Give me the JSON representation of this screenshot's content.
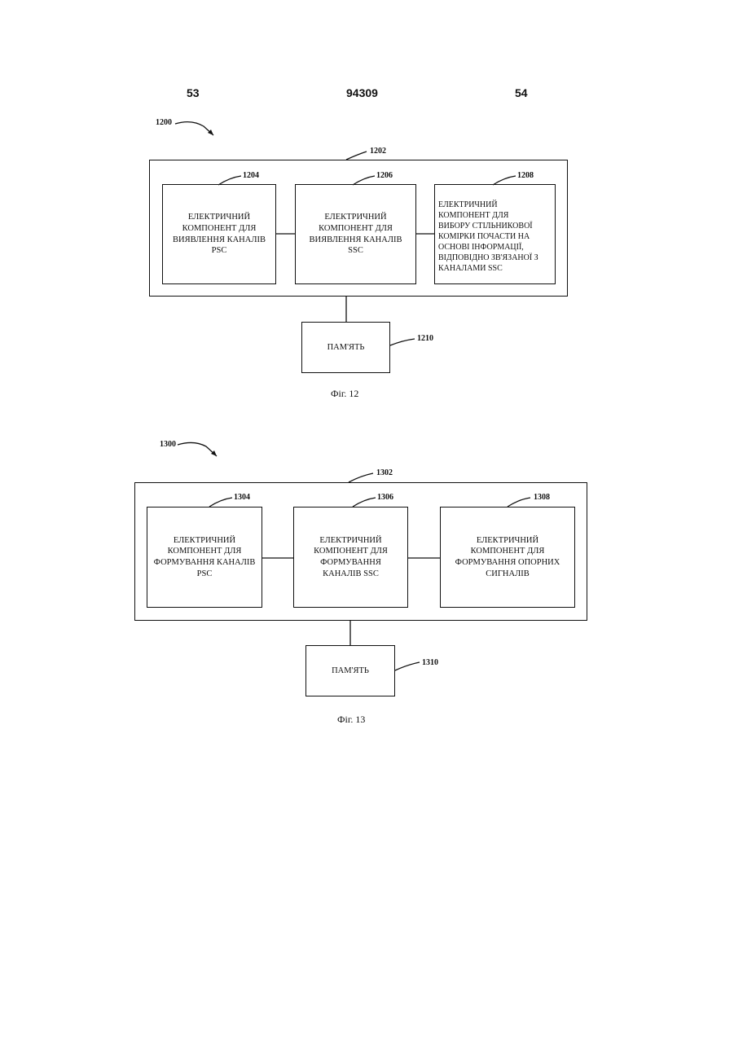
{
  "header": {
    "left_page": "53",
    "patent_number": "94309",
    "right_page": "54"
  },
  "fig12": {
    "ref_main": "1200",
    "ref_outer": "1202",
    "blocks": [
      {
        "ref": "1204",
        "text": "ЕЛЕКТРИЧНИЙ\nКОМПОНЕНТ ДЛЯ\nВИЯВЛЕННЯ КАНАЛІВ\nPSC"
      },
      {
        "ref": "1206",
        "text": "ЕЛЕКТРИЧНИЙ\nКОМПОНЕНТ ДЛЯ\nВИЯВЛЕННЯ КАНАЛІВ\nSSC"
      },
      {
        "ref": "1208",
        "text": "ЕЛЕКТРИЧНИЙ\nКОМПОНЕНТ ДЛЯ\nВИБОРУ СТІЛЬНИКОВОЇ\nКОМІРКИ ПОЧАСТИ НА\nОСНОВІ ІНФОРМАЦІЇ,\nВІДПОВІДНО ЗВ'ЯЗАНОЇ З\nКАНАЛАМИ SSC"
      }
    ],
    "memory": {
      "ref": "1210",
      "text": "ПАМ'ЯТЬ"
    },
    "caption": "Фіг. 12"
  },
  "fig13": {
    "ref_main": "1300",
    "ref_outer": "1302",
    "blocks": [
      {
        "ref": "1304",
        "text": "ЕЛЕКТРИЧНИЙ\nКОМПОНЕНТ ДЛЯ\nФОРМУВАННЯ КАНАЛІВ\nPSC"
      },
      {
        "ref": "1306",
        "text": "ЕЛЕКТРИЧНИЙ\nКОМПОНЕНТ ДЛЯ\nФОРМУВАННЯ\nКАНАЛІВ SSC"
      },
      {
        "ref": "1308",
        "text": "ЕЛЕКТРИЧНИЙ\nКОМПОНЕНТ ДЛЯ\nФОРМУВАННЯ ОПОРНИХ\nСИГНАЛІВ"
      }
    ],
    "memory": {
      "ref": "1310",
      "text": "ПАМ'ЯТЬ"
    },
    "caption": "Фіг. 13"
  }
}
